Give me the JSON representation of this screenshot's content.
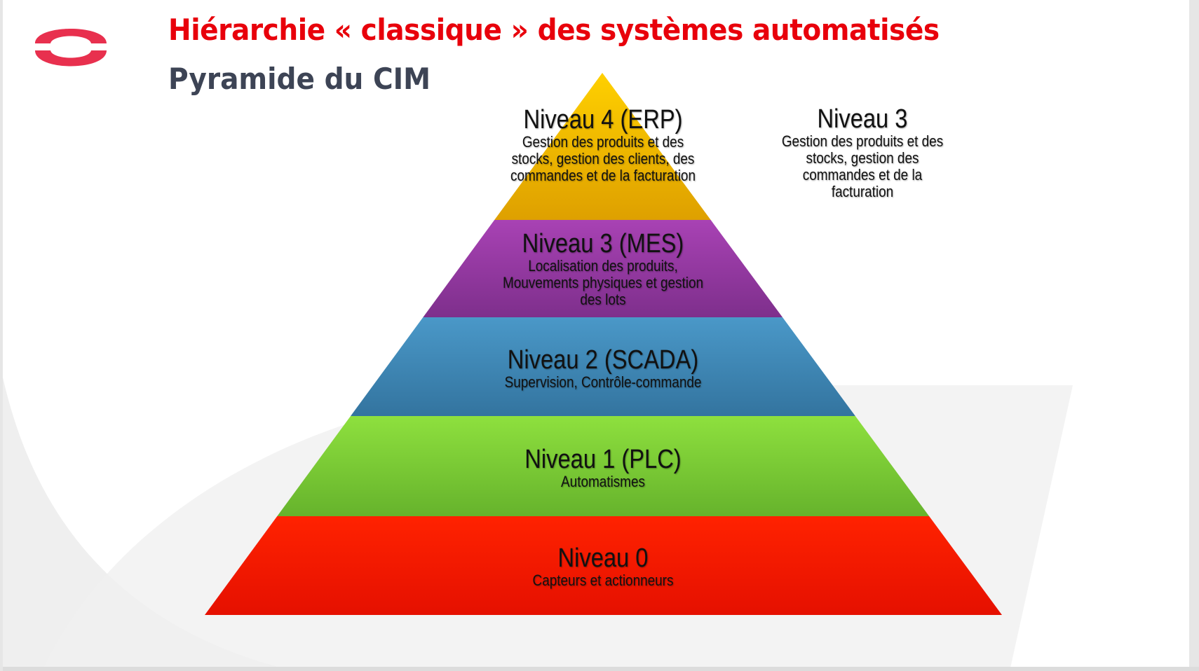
{
  "slide": {
    "title": "Hiérarchie « classique » des systèmes automatisés",
    "subtitle": "Pyramide du CIM",
    "logo_icon": "ring-logo-icon",
    "colors": {
      "title": "#e8000b",
      "subtitle": "#3d4455",
      "logo": "#e8304e"
    }
  },
  "pyramid": {
    "levels": [
      {
        "name": "Niveau 4 (ERP)",
        "desc": "Gestion des produits et des stocks, gestion des clients, des commandes et de la facturation",
        "color": "#f2b800"
      },
      {
        "name": "Niveau 3 (MES)",
        "desc": "Localisation des produits, Mouvements physiques et gestion des lots",
        "color": "#9b3fa8"
      },
      {
        "name": "Niveau 2 (SCADA)",
        "desc": "Supervision, Contrôle-commande",
        "color": "#3d8fc0"
      },
      {
        "name": "Niveau 1 (PLC)",
        "desc": "Automatismes",
        "color": "#7fd43a"
      },
      {
        "name": "Niveau 0",
        "desc": "Capteurs et actionneurs",
        "color": "#ff1a00"
      }
    ],
    "ghost": {
      "name": "Niveau 3",
      "desc": "Gestion des produits et des stocks, gestion des commandes et de la facturation"
    }
  }
}
